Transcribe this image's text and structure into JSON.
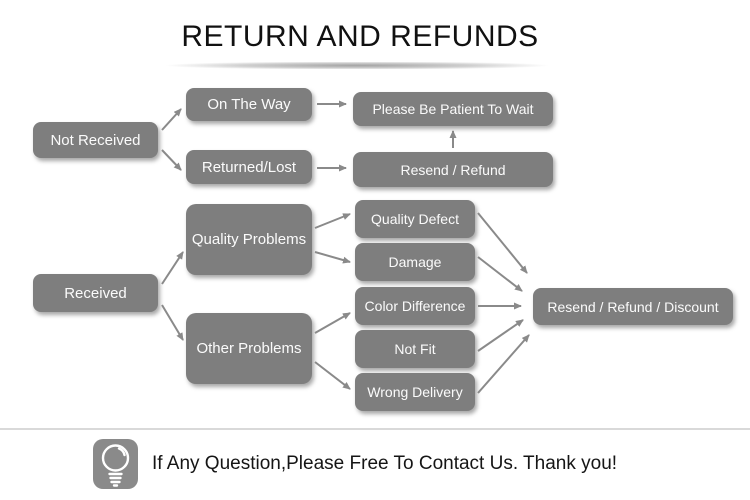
{
  "title": "RETURN AND REFUNDS",
  "colors": {
    "node_fill": "#7e7e7e",
    "node_text": "#fbfbfb",
    "arrow": "#8a8a8a",
    "divider": "#d9d9d9"
  },
  "flow": {
    "not_received": "Not Received",
    "on_the_way": "On The Way",
    "returned_lost": "Returned/Lost",
    "please_wait": "Please Be Patient To Wait",
    "resend_refund": "Resend / Refund",
    "received": "Received",
    "quality_problems": "Quality Problems",
    "other_problems": "Other Problems",
    "quality_defect": "Quality Defect",
    "damage": "Damage",
    "color_difference": "Color Difference",
    "not_fit": "Not Fit",
    "wrong_delivery": "Wrong Delivery",
    "resend_refund_discount": "Resend / Refund / Discount"
  },
  "footer": {
    "icon": "lightbulb-icon",
    "message": "If Any Question,Please Free To Contact Us. Thank you!"
  }
}
